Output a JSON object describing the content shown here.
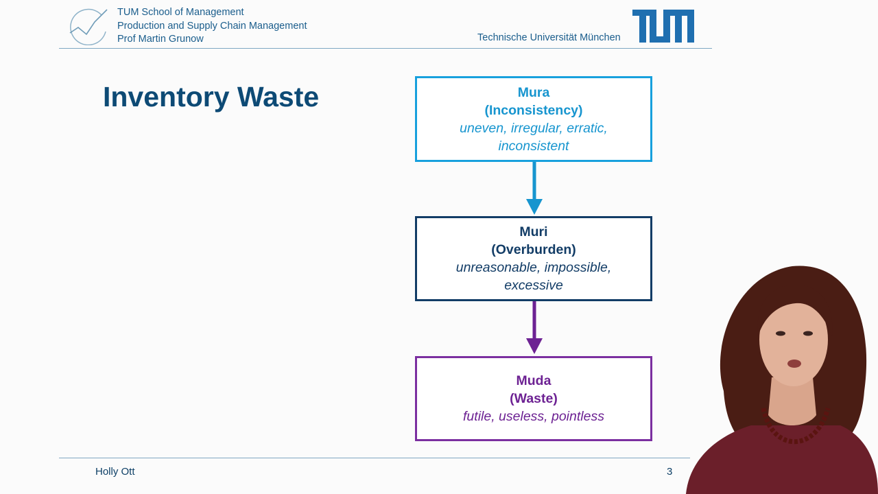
{
  "header": {
    "school": "TUM School of Management",
    "chair": "Production and Supply Chain Management",
    "professor": "Prof Martin Grunow",
    "university": "Technische Universität München"
  },
  "slide": {
    "title": "Inventory Waste",
    "boxes": [
      {
        "term": "Mura",
        "translation": "(Inconsistency)",
        "description": "uneven, irregular, erratic, inconsistent",
        "color": "#17a0dd"
      },
      {
        "term": "Muri",
        "translation": "(Overburden)",
        "description": "unreasonable, impossible, excessive",
        "color": "#123c66"
      },
      {
        "term": "Muda",
        "translation": "(Waste)",
        "description": "futile, useless, pointless",
        "color": "#7b2fa0"
      }
    ]
  },
  "footer": {
    "author": "Holly Ott",
    "page_number": "3"
  },
  "colors": {
    "brand_blue": "#0d4a75",
    "header_text": "#1a5d8c"
  },
  "icons": {
    "school_logo": "chart-line-circle-icon",
    "university_logo": "tum-logo-icon"
  }
}
